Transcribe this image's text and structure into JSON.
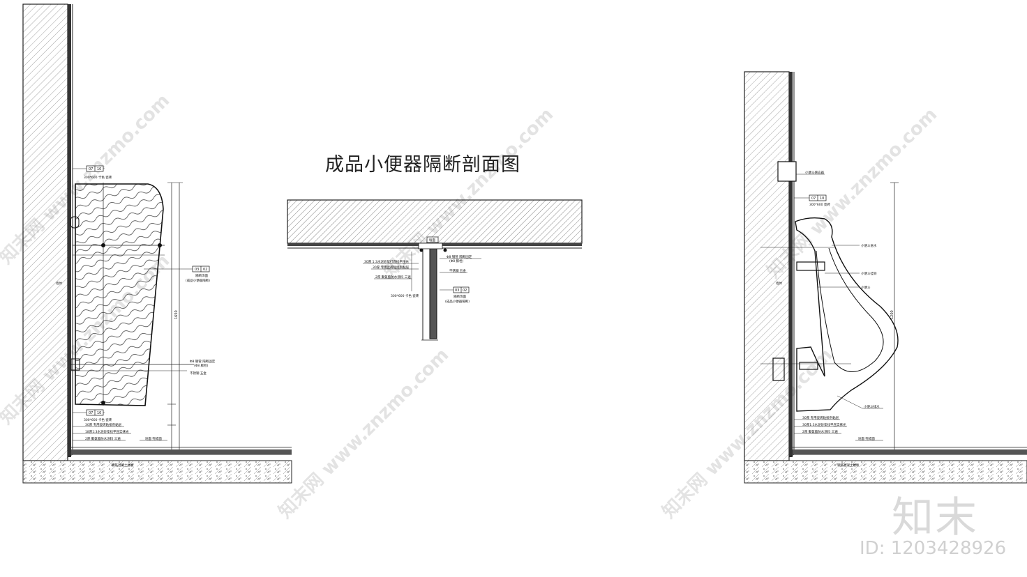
{
  "title": "成品小便器隔断剖面图",
  "watermark": {
    "text": "知末网 www.znzmo.com",
    "logo": "知末",
    "id": "ID: 1203428926"
  },
  "left_detail": {
    "tag_top": {
      "a": "07",
      "b": "10"
    },
    "tag_top_note": "300*600 卡色 瓷砖",
    "tag_mid": {
      "a": "03",
      "b": "02"
    },
    "tag_mid_note_1": "隔断饰面",
    "tag_mid_note_2": "(成品小便器隔断)",
    "dim_text": "1650",
    "pipe_note_1": "Φ8 钢管 隔断固定",
    "pipe_note_2": "(Φ8 膨栓)",
    "fix_note": "不锈钢 五金",
    "tag_bottom": {
      "a": "07",
      "b": "10"
    },
    "tag_bottom_note": "300*600 卡色 瓷砖",
    "layer_notes": [
      "30厚 专用瓷砖粘接剂黏层",
      "18厚1:3水泥砂浆找平压实抹光",
      "2厚 聚氨酯防水涂料 三遍"
    ],
    "floor_note": "地面 完成面",
    "base_note": "钢筋混凝土楼板",
    "wall_note": "墙体"
  },
  "middle_detail": {
    "top_tag": "墙面",
    "left_notes": [
      "30厚 1:3水泥砂浆打底找平压光",
      "30厚 专用瓷砖粘接剂黏层",
      "2厚 聚氨酯防水涂料 三遍"
    ],
    "tag_note": "300*600 卡色 瓷砖",
    "right_notes": [
      "Φ8 钢管 隔断固定",
      "(Φ8 膨栓)",
      "不锈钢 五金"
    ],
    "tag": {
      "a": "03",
      "b": "02"
    },
    "tag_note_1": "隔断饰面",
    "tag_note_2": "(成品小便器隔断)"
  },
  "right_detail": {
    "sensor_note": "小便斗感应器",
    "tag": {
      "a": "07",
      "b": "10"
    },
    "tag_note": "300*600 瓷砖",
    "inlet_note": "小便斗进水",
    "bracket_note": "小便斗挂钩",
    "urinal_note": "小便斗",
    "wall_note": "墙体",
    "dim_text": "1200",
    "drain_note": "小便斗排水",
    "layer_notes": [
      "30厚 专用瓷砖粘接剂黏层",
      "30厚1:3水泥砂浆找平压实抹光",
      "2厚 聚氨酯防水涂料 三遍"
    ],
    "floor_note": "地面 完成面",
    "base_note": "钢筋混凝土楼板"
  }
}
